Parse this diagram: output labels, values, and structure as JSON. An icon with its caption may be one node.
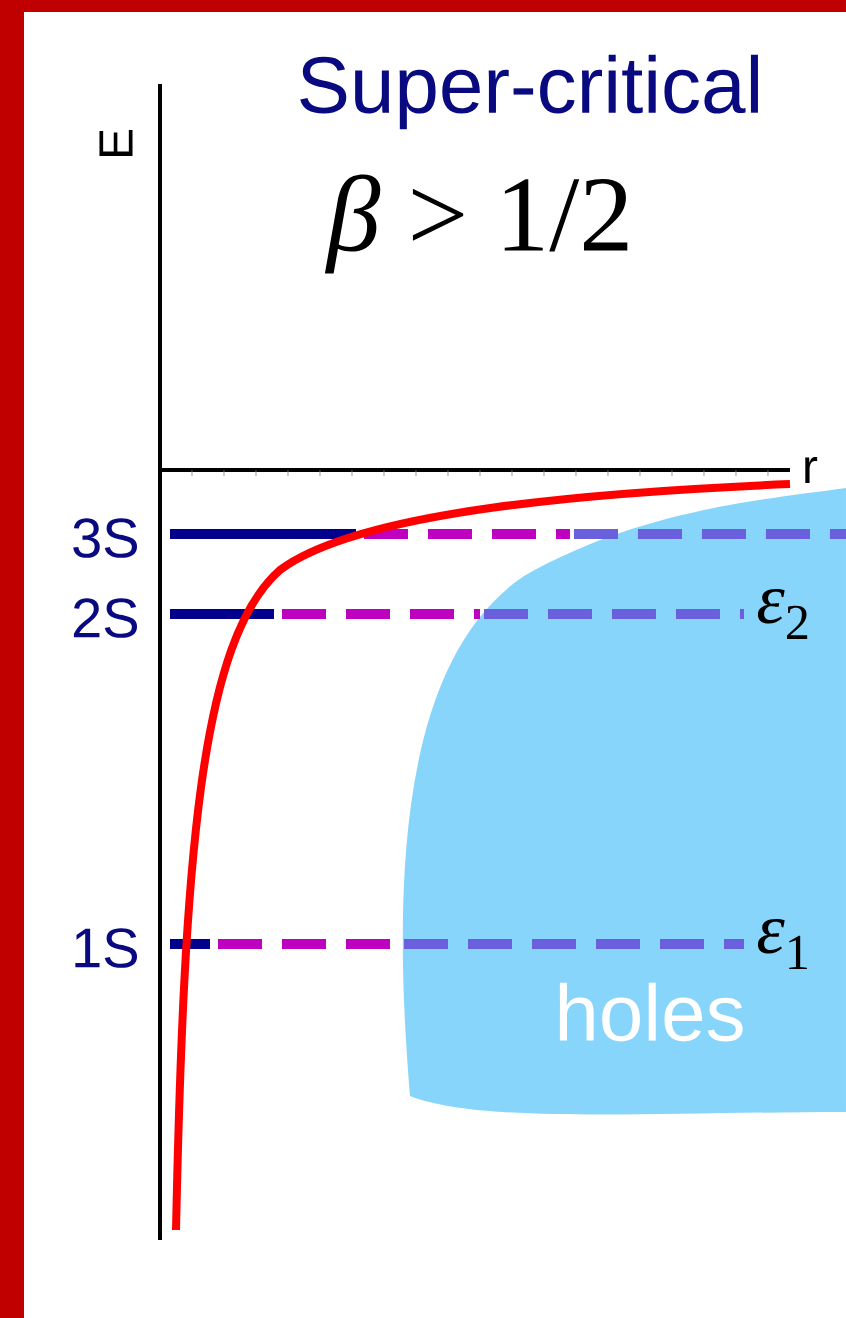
{
  "diagram": {
    "title": "Super-critical",
    "nodes": [
      {
        "text": [
          "holes"
        ]
      }
    ],
    "labels": [
      "*β* > 1/2",
      "E",
      "r",
      "3S",
      "2S",
      "1S",
      "*ε*$_{2}$",
      "*ε*$_{1}$"
    ]
  }
}
